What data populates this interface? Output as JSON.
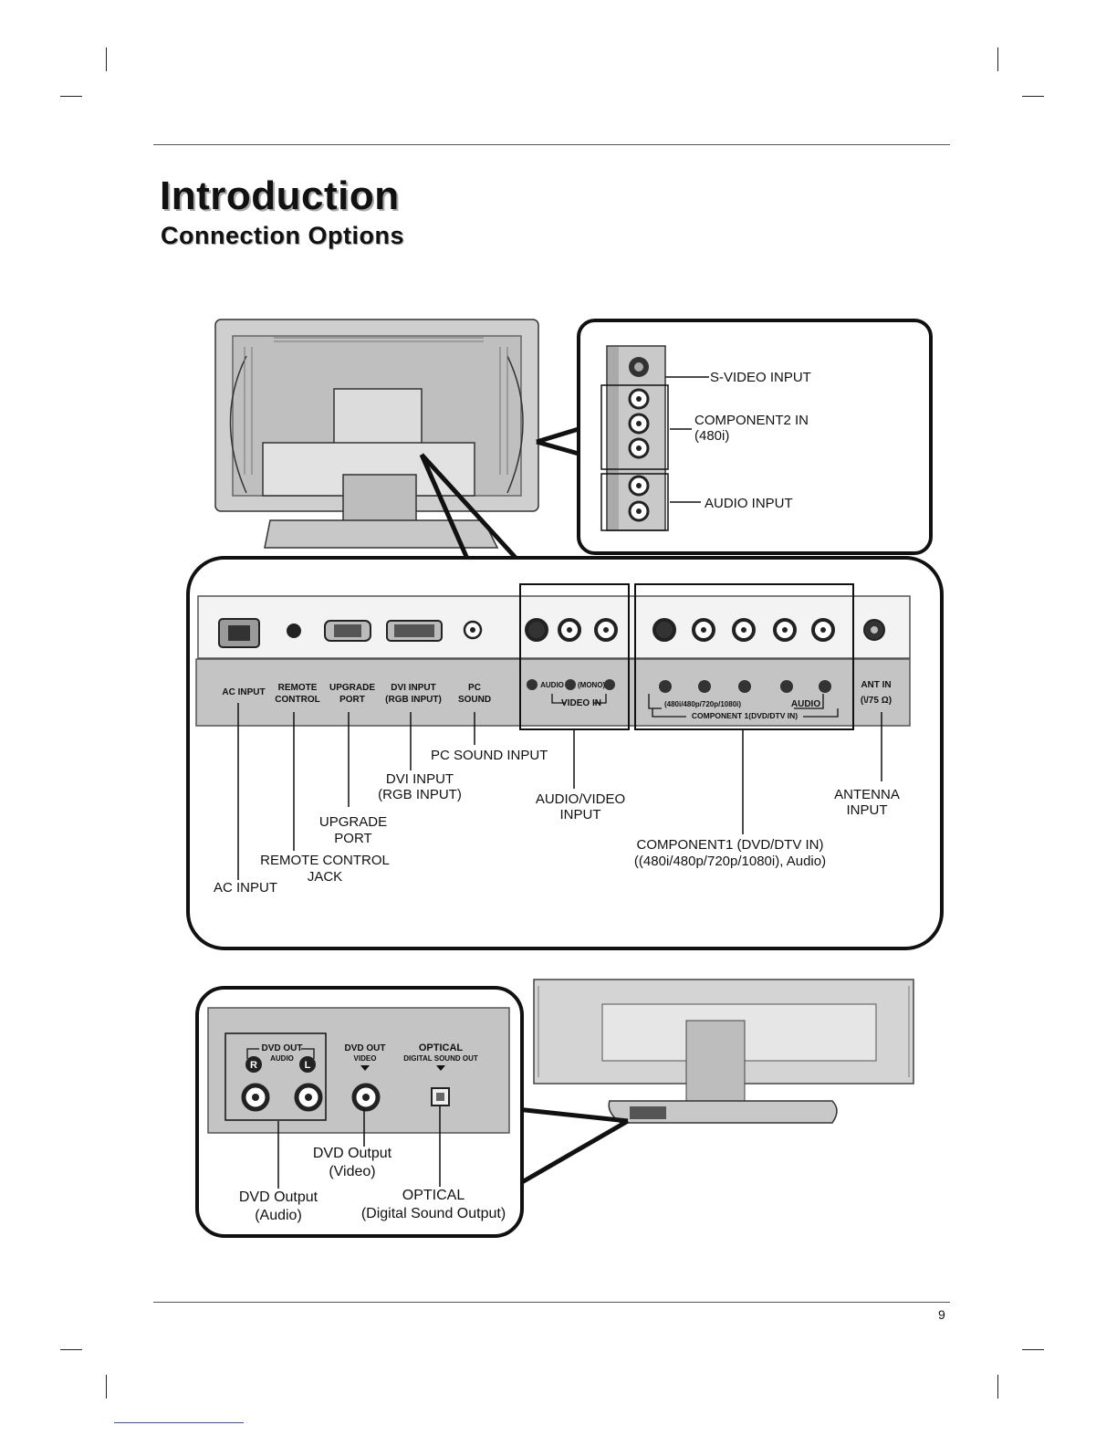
{
  "header": {
    "title": "Introduction",
    "subtitle": "Connection Options"
  },
  "side_jacks": {
    "labels": {
      "svideo": "S-VIDEO INPUT",
      "component2_line1": "COMPONENT2 IN",
      "component2_line2": "(480i)",
      "audio": "AUDIO INPUT"
    }
  },
  "rear_panel": {
    "panel_labels": {
      "ac_input": "AC INPUT",
      "remote_1": "REMOTE",
      "remote_2": "CONTROL",
      "upgrade_1": "UPGRADE",
      "upgrade_2": "PORT",
      "dvi_1": "DVI INPUT",
      "dvi_2": "(RGB INPUT)",
      "pc_1": "PC",
      "pc_2": "SOUND",
      "ant_1": "ANT IN",
      "ant_2": "(\\/75 Ω)",
      "video_in": "VIDEO IN",
      "audio_small": "AUDIO",
      "mono": "(MONO)",
      "res": "(480i/480p/720p/1080i)",
      "audio_comp": "AUDIO",
      "component1": "COMPONENT 1(DVD/DTV IN)"
    },
    "callouts": {
      "pc_sound": "PC SOUND INPUT",
      "dvi_1": "DVI INPUT",
      "dvi_2": "(RGB INPUT)",
      "av_1": "AUDIO/VIDEO",
      "av_2": "INPUT",
      "antenna_1": "ANTENNA",
      "antenna_2": "INPUT",
      "upgrade_1": "UPGRADE",
      "upgrade_2": "PORT",
      "remote_1": "REMOTE CONTROL",
      "remote_2": "JACK",
      "ac": "AC INPUT",
      "component1_1": "COMPONENT1 (DVD/DTV IN)",
      "component1_2": "((480i/480p/720p/1080i), Audio)"
    }
  },
  "dvd_panel": {
    "panel_labels": {
      "dvd_out_audio_1": "DVD OUT",
      "dvd_out_audio_2": "AUDIO",
      "dvd_out_video_1": "DVD OUT",
      "dvd_out_video_2": "VIDEO",
      "optical_1": "OPTICAL",
      "optical_2": "DIGITAL SOUND OUT"
    },
    "callouts": {
      "dvd_video_1": "DVD Output",
      "dvd_video_2": "(Video)",
      "dvd_audio_1": "DVD Output",
      "dvd_audio_2": "(Audio)",
      "optical_1": "OPTICAL",
      "optical_2": "(Digital Sound Output)"
    }
  },
  "footer": {
    "page_number": "9"
  }
}
